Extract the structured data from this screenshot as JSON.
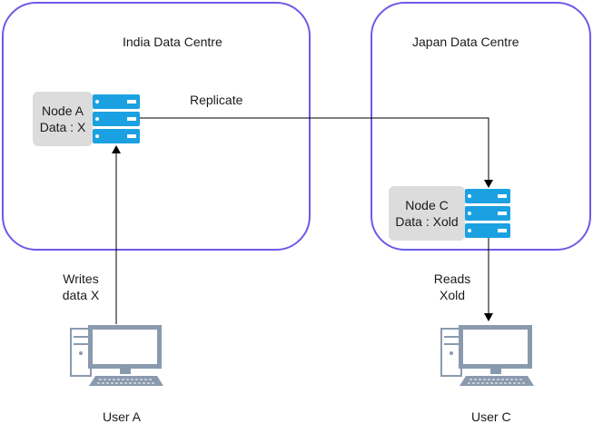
{
  "datacentres": {
    "india": {
      "title": "India Data Centre"
    },
    "japan": {
      "title": "Japan Data Centre"
    }
  },
  "nodes": {
    "a": {
      "line1": "Node A",
      "line2": "Data : X"
    },
    "c": {
      "line1": "Node C",
      "line2": "Data : Xold"
    }
  },
  "edges": {
    "replicate": "Replicate",
    "writes": {
      "line1": "Writes",
      "line2": "data X"
    },
    "reads": {
      "line1": "Reads",
      "line2": "Xold"
    }
  },
  "users": {
    "a": "User A",
    "c": "User C"
  },
  "colors": {
    "datacentre_border": "#6c5ce7",
    "server": "#1ba1e2",
    "node_card": "#dcdcdc",
    "computer_frame": "#8a9aae",
    "computer_screen": "#ffffff"
  }
}
